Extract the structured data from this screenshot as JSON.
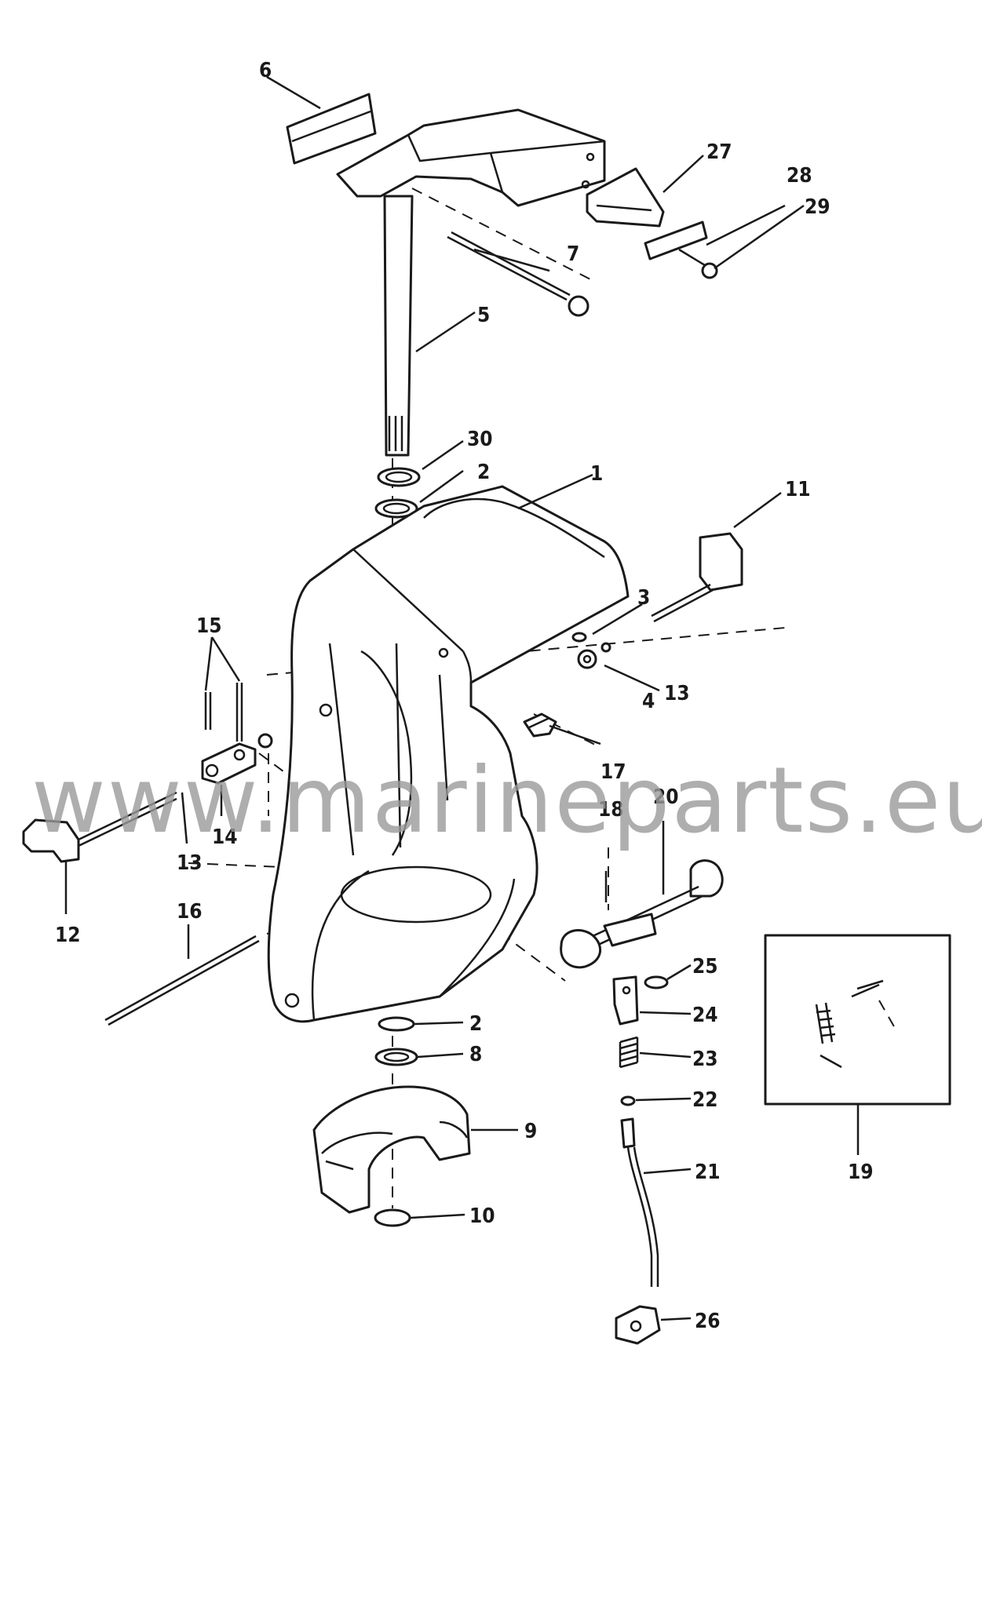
{
  "watermark": "www.marineparts.eu",
  "callouts": {
    "c1": "1",
    "c2a": "2",
    "c2b": "2",
    "c3": "3",
    "c4": "4",
    "c5": "5",
    "c6": "6",
    "c7": "7",
    "c8": "8",
    "c9": "9",
    "c10": "10",
    "c11": "11",
    "c12": "12",
    "c13a": "13",
    "c13b": "13",
    "c14": "14",
    "c15": "15",
    "c16": "16",
    "c17": "17",
    "c18": "18",
    "c19": "19",
    "c20": "20",
    "c21": "21",
    "c22": "22",
    "c23": "23",
    "c24": "24",
    "c25": "25",
    "c26": "26",
    "c27": "27",
    "c28": "28",
    "c29": "29",
    "c30": "30"
  }
}
